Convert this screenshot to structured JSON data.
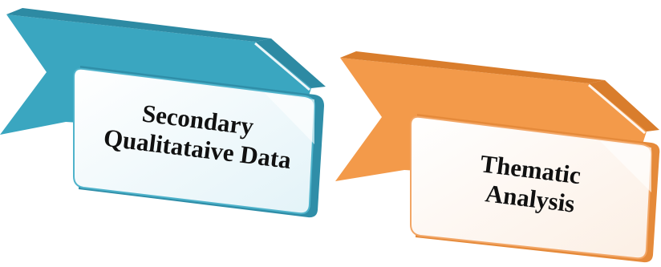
{
  "steps": [
    {
      "lines": [
        "Secondary",
        "Qualitataive Data"
      ],
      "ribbon_color": "#3aa6c0",
      "ribbon_dark_color": "#2d8aa3",
      "card_tint": "#e8f6fa",
      "card_edge": "#2f8ea8"
    },
    {
      "lines": [
        "Thematic",
        "Analysis"
      ],
      "ribbon_color": "#f39a4a",
      "ribbon_dark_color": "#d97d2c",
      "card_tint": "#fdf1e8",
      "card_edge": "#e58a3a"
    }
  ]
}
